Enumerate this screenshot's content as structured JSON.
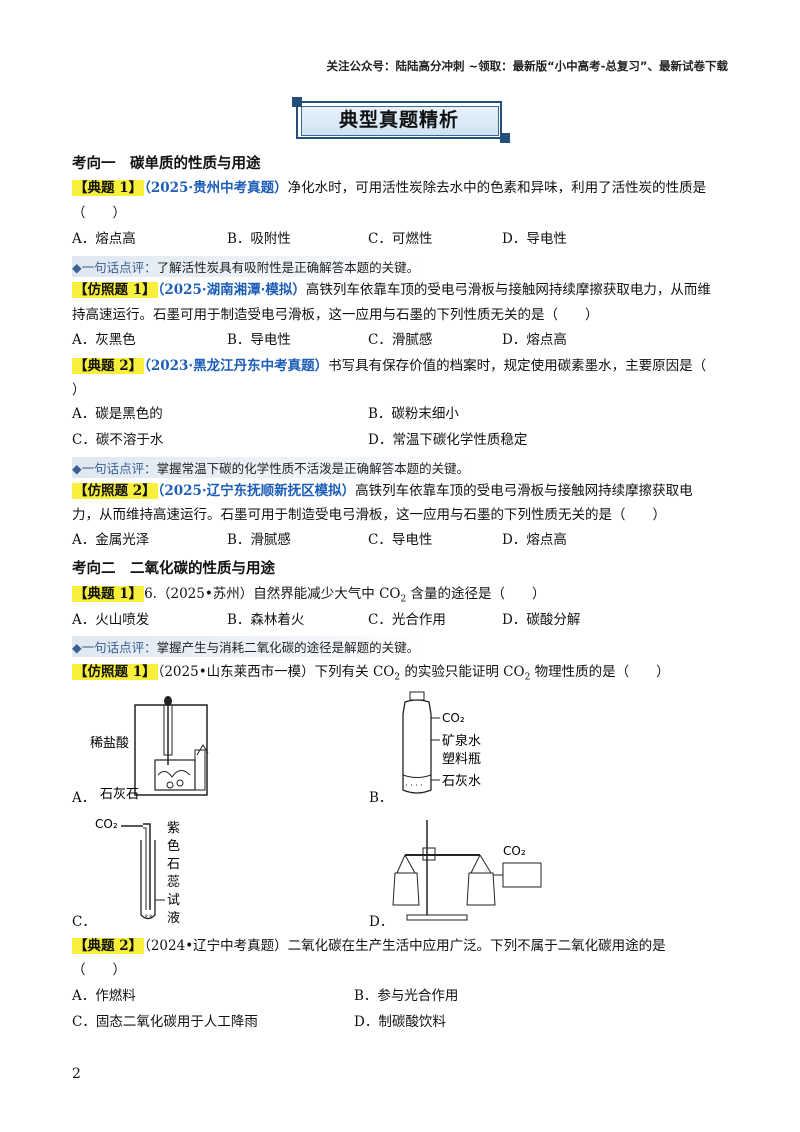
{
  "header": "关注公众号：陆陆高分冲刺  ~领取：最新版“小中高考-总复习”、最新试卷下载",
  "banner": "典型真题精析",
  "sec1": "考向一　碳单质的性质与用途",
  "sec2": "考向二　二氧化碳的性质与用途",
  "q1": {
    "tag": "【典题 1】",
    "src": "（2025·贵州中考真题）",
    "stem": "净化水时，可用活性炭除去水中的色素和异味，利用了活性炭的性质是",
    "stem2": "（　　）",
    "opts": [
      "A．熔点高",
      "B．吸附性",
      "C．可燃性",
      "D．导电性"
    ]
  },
  "n1": {
    "label": "◆一句话点评：",
    "text": "了解活性炭具有吸附性是正确解答本题的关键。"
  },
  "f1": {
    "tag": "【仿照题 1】",
    "src": "（2025·湖南湘潭·模拟）",
    "stem": "高铁列车依靠车顶的受电弓滑板与接触网持续摩擦获取电力，从而维",
    "stem2": "持高速运行。石墨可用于制造受电弓滑板，这一应用与石墨的下列性质无关的是（　　）",
    "opts": [
      "A．灰黑色",
      "B．导电性",
      "C．滑腻感",
      "D．熔点高"
    ]
  },
  "q2": {
    "tag": "【典题 2】",
    "src": "（2023·黑龙江丹东中考真题）",
    "stem": "书写具有保存价值的档案时，规定使用碳素墨水，主要原因是（",
    "stem2": "）",
    "opts": [
      "A．碳是黑色的",
      "B．碳粉末细小",
      "C．碳不溶于水",
      "D．常温下碳化学性质稳定"
    ]
  },
  "n2": {
    "label": "◆一句话点评：",
    "text": "掌握常温下碳的化学性质不活泼是正确解答本题的关键。"
  },
  "f2": {
    "tag": "【仿照题 2】",
    "src": "（2025·辽宁东抚顺新抚区模拟）",
    "stem": "高铁列车依靠车顶的受电弓滑板与接触网持续摩擦获取电",
    "stem2": "力，从而维持高速运行。石墨可用于制造受电弓滑板，这一应用与石墨的下列性质无关的是（　　）",
    "opts": [
      "A．金属光泽",
      "B．滑腻感",
      "C．导电性",
      "D．熔点高"
    ]
  },
  "q3": {
    "tag": "【典题 1】",
    "pre": "6.（2025•苏州）自然界能减少大气中 CO",
    "sub": "2",
    "post": " 含量的途径是（　　）",
    "opts": [
      "A．火山喷发",
      "B．森林着火",
      "C．光合作用",
      "D．碳酸分解"
    ]
  },
  "n3": {
    "label": "◆一句话点评：",
    "text": "掌握产生与消耗二氧化碳的途径是解题的关键。"
  },
  "f3": {
    "tag": "【仿照题 1】",
    "pre": "（2025•山东莱西市一模）下列有关 CO",
    "sub": "2",
    "mid": " 的实验只能证明 CO",
    "sub2": "2",
    "post": " 物理性质的是（　　）",
    "optA": "A．",
    "optB": "B．",
    "optC": "C．",
    "optD": "D．",
    "figA": {
      "acid": "稀盐酸",
      "stone": "石灰石"
    },
    "figB": {
      "gas": "CO₂",
      "water": "矿泉水",
      "bottle": "塑料瓶",
      "lime": "石灰水"
    },
    "figC": {
      "gas": "CO₂",
      "liquid": [
        "紫",
        "色",
        "石",
        "蕊",
        "试",
        "液"
      ]
    },
    "figD": {
      "gas": "CO₂"
    }
  },
  "q4": {
    "tag": "【典题 2】",
    "src": "（2024•辽宁中考真题）",
    "stem": "二氧化碳在生产生活中应用广泛。下列不属于二氧化碳用途的是",
    "stem2": "（　　）",
    "opts": [
      "A．作燃料",
      "B．参与光合作用",
      "C．固态二氧化碳用于人工降雨",
      "D．制碳酸饮料"
    ]
  },
  "page_number": "2"
}
